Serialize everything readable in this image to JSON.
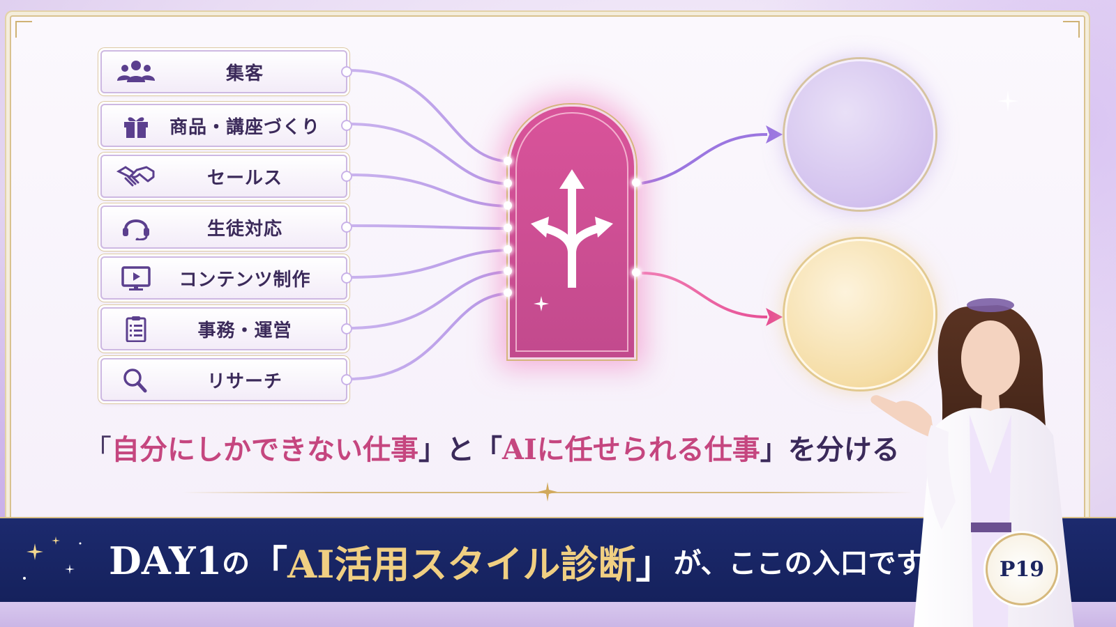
{
  "categories": [
    {
      "label": "集客",
      "icon": "people-icon"
    },
    {
      "label": "商品・講座づくり",
      "icon": "gift-icon"
    },
    {
      "label": "セールス",
      "icon": "handshake-icon"
    },
    {
      "label": "生徒対応",
      "icon": "headset-icon"
    },
    {
      "label": "コンテンツ制作",
      "icon": "monitor-play-icon"
    },
    {
      "label": "事務・運営",
      "icon": "clipboard-icon"
    },
    {
      "label": "リサーチ",
      "icon": "magnifier-icon"
    }
  ],
  "center_icon": "split-arrows-icon",
  "message": {
    "part1": "「",
    "highlight1": "自分にしかできない仕事",
    "part2": "」と「",
    "highlight2": "AIに任せられる仕事",
    "part3": "」を分ける"
  },
  "banner": {
    "prefix": "DAY1",
    "no": "の",
    "open": "「",
    "highlight": "AI活用スタイル診断",
    "close": "」",
    "suffix": "が、ここの入口です"
  },
  "page_badge": "P19",
  "colors": {
    "accent_pink": "#c5467f",
    "door_pink": "#d9539a",
    "navy": "#1c2a6e",
    "gold": "#d6b97d",
    "purple_circle": "#d3c2ee",
    "gold_circle": "#f5dda6"
  }
}
